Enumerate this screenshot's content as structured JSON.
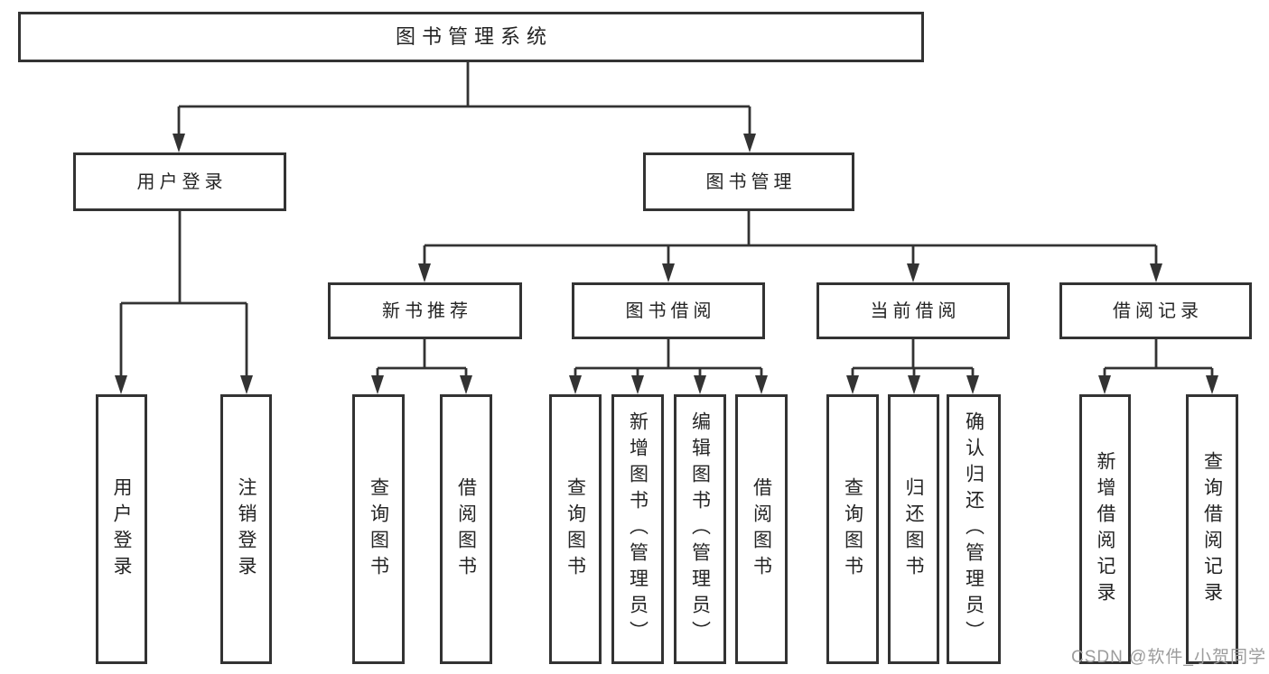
{
  "diagram": {
    "root": {
      "label": "图书管理系统",
      "children": [
        {
          "label": "用户登录",
          "children": [
            {
              "label": "用户登录"
            },
            {
              "label": "注销登录"
            }
          ]
        },
        {
          "label": "图书管理",
          "children": [
            {
              "label": "新书推荐",
              "children": [
                {
                  "label": "查询图书"
                },
                {
                  "label": "借阅图书"
                }
              ]
            },
            {
              "label": "图书借阅",
              "children": [
                {
                  "label": "查询图书"
                },
                {
                  "label": "新增图书（管理员）"
                },
                {
                  "label": "编辑图书（管理员）"
                },
                {
                  "label": "借阅图书"
                }
              ]
            },
            {
              "label": "当前借阅",
              "children": [
                {
                  "label": "查询图书"
                },
                {
                  "label": "归还图书"
                },
                {
                  "label": "确认归还（管理员）"
                }
              ]
            },
            {
              "label": "借阅记录",
              "children": [
                {
                  "label": "新增借阅记录"
                },
                {
                  "label": "查询借阅记录"
                }
              ]
            }
          ]
        }
      ]
    }
  },
  "watermark": {
    "text": "CSDN @软件_小贺同学"
  },
  "colors": {
    "line": "#333333",
    "text": "#242424",
    "watermark": "#9c9c9c",
    "background": "#ffffff"
  }
}
